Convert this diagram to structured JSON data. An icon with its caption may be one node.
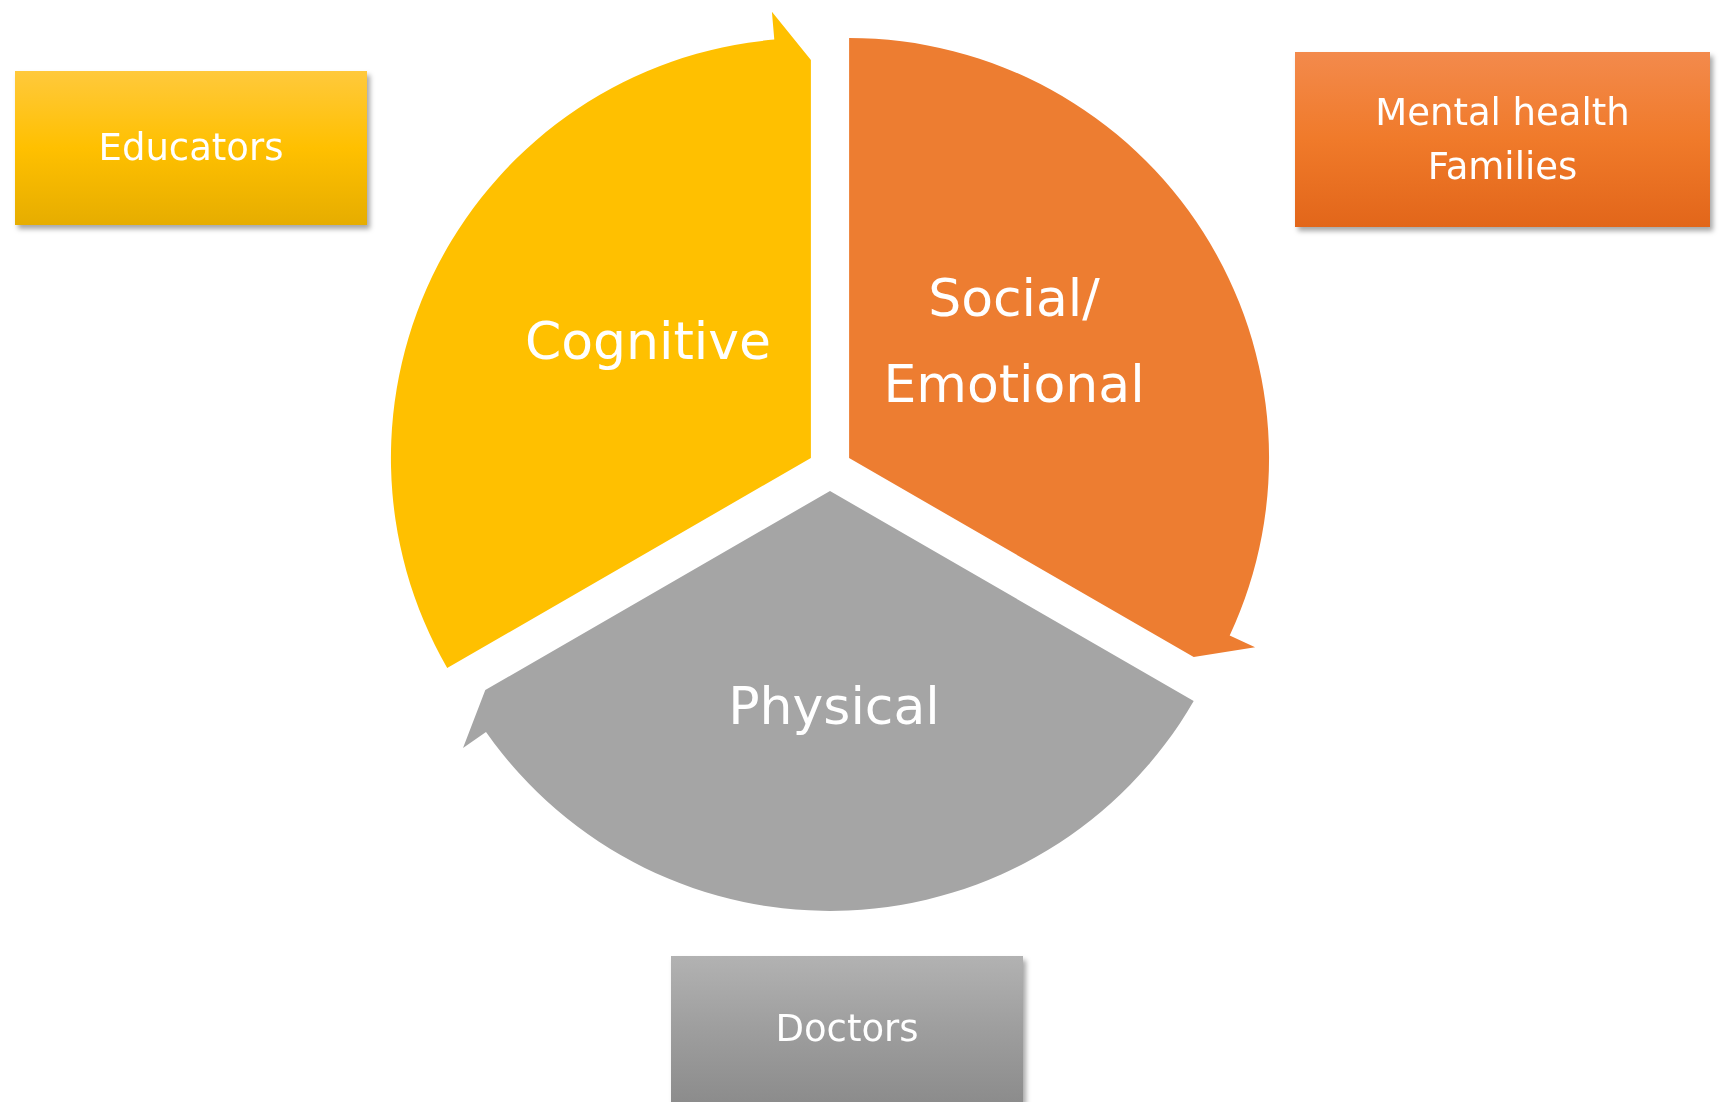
{
  "diagram": {
    "nodes": [
      {
        "text": [
          "Educators"
        ]
      },
      {
        "text": [
          "Cognitive"
        ]
      },
      {
        "text": [
          "Social/ Emotional"
        ]
      },
      {
        "text": [
          "Mental health",
          "Families"
        ]
      },
      {
        "text": [
          "Physical"
        ]
      },
      {
        "text": [
          "Doctors"
        ]
      }
    ]
  }
}
